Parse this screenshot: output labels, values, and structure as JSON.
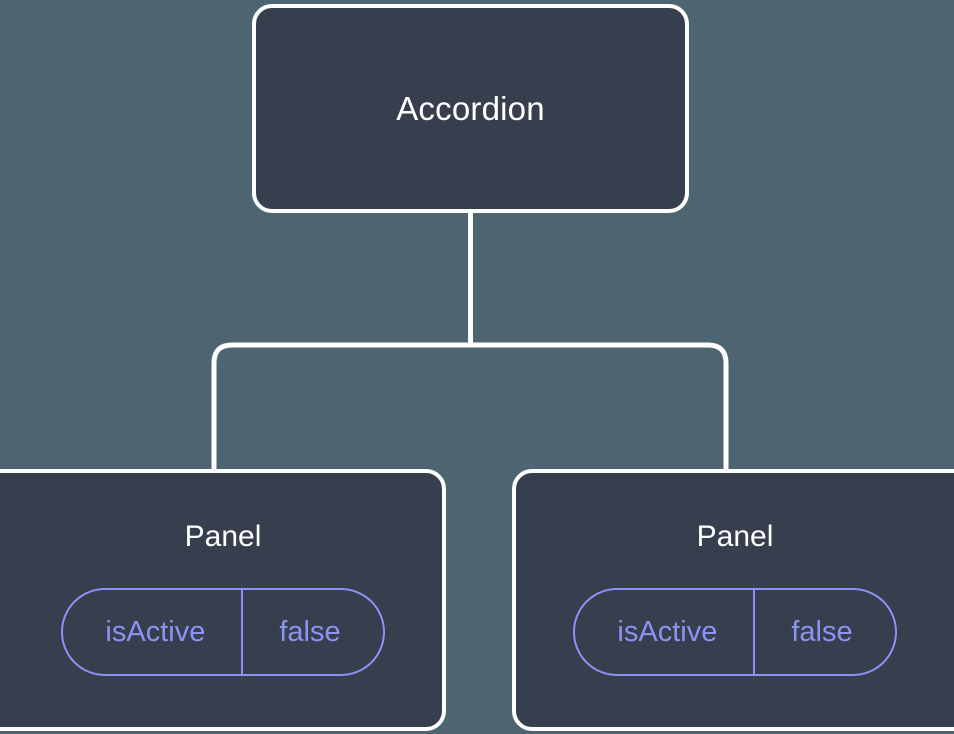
{
  "diagram": {
    "type": "component-tree",
    "background_color": "#4d6570",
    "node_fill_color": "#373e4d",
    "node_border_color": "#ffffff",
    "node_label_color": "#ffffff",
    "prop_accent_color": "#8b93f5",
    "edge_color": "#ffffff",
    "root": {
      "label": "Accordion"
    },
    "children": [
      {
        "label": "Panel",
        "prop": {
          "key": "isActive",
          "value": "false"
        }
      },
      {
        "label": "Panel",
        "prop": {
          "key": "isActive",
          "value": "false"
        }
      }
    ]
  }
}
